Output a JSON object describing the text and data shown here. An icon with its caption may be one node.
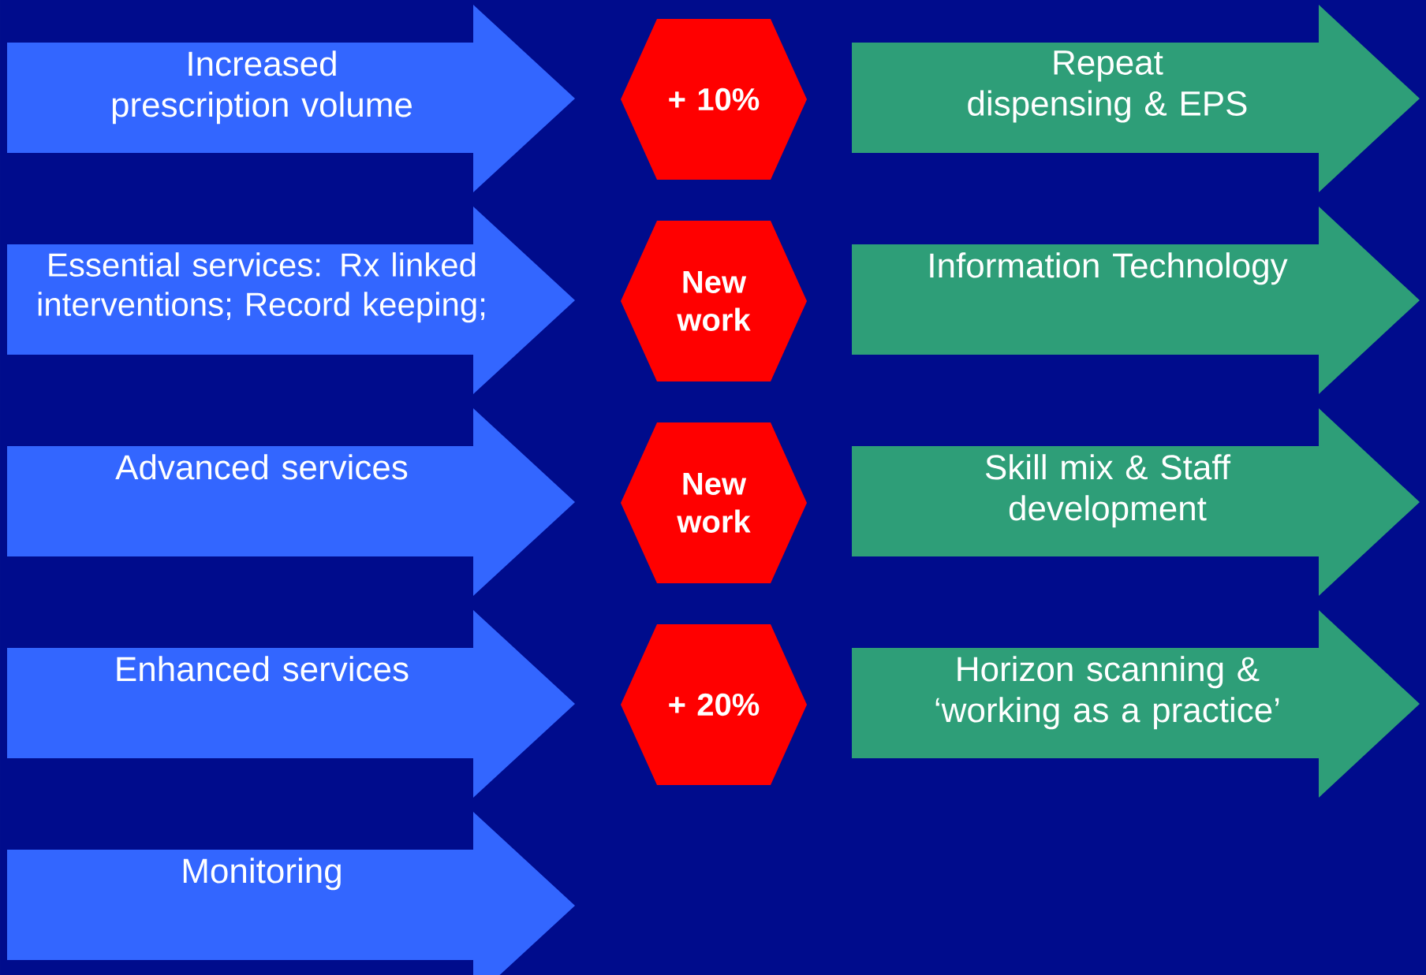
{
  "diagram": {
    "nodes": [
      {
        "text": [
          "Increased prescription volume"
        ]
      },
      {
        "text": [
          "+ 10%"
        ]
      },
      {
        "text": [
          "Repeat dispensing & EPS"
        ]
      },
      {
        "text": [
          "Essential services: Rx linked interventions; Record keeping;"
        ]
      },
      {
        "text": [
          "New work"
        ]
      },
      {
        "text": [
          "Information Technology"
        ]
      },
      {
        "text": [
          "Advanced services"
        ]
      },
      {
        "text": [
          "New work"
        ]
      },
      {
        "text": [
          "Skill mix & Staff development"
        ]
      },
      {
        "text": [
          "Enhanced services"
        ]
      },
      {
        "text": [
          "+ 20%"
        ]
      },
      {
        "text": [
          "Horizon scanning & ‘working as a practice’"
        ]
      },
      {
        "text": [
          "Monitoring"
        ]
      }
    ]
  }
}
